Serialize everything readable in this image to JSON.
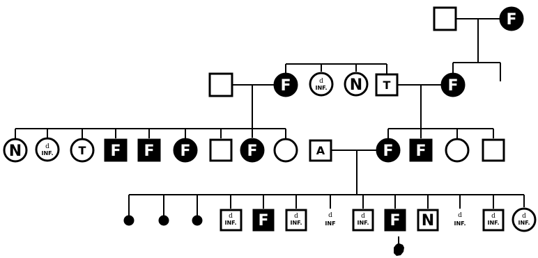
{
  "labels": {
    "feebleminded": "F",
    "normal": "N",
    "tubercular": "T",
    "alcoholic": "A",
    "died": "d",
    "infancy": "INF.",
    "infancy_short": "INF"
  },
  "colors": {
    "symbol": "#000000",
    "background": "#ffffff"
  },
  "propositus_marker": "pointing-hand-icon"
}
